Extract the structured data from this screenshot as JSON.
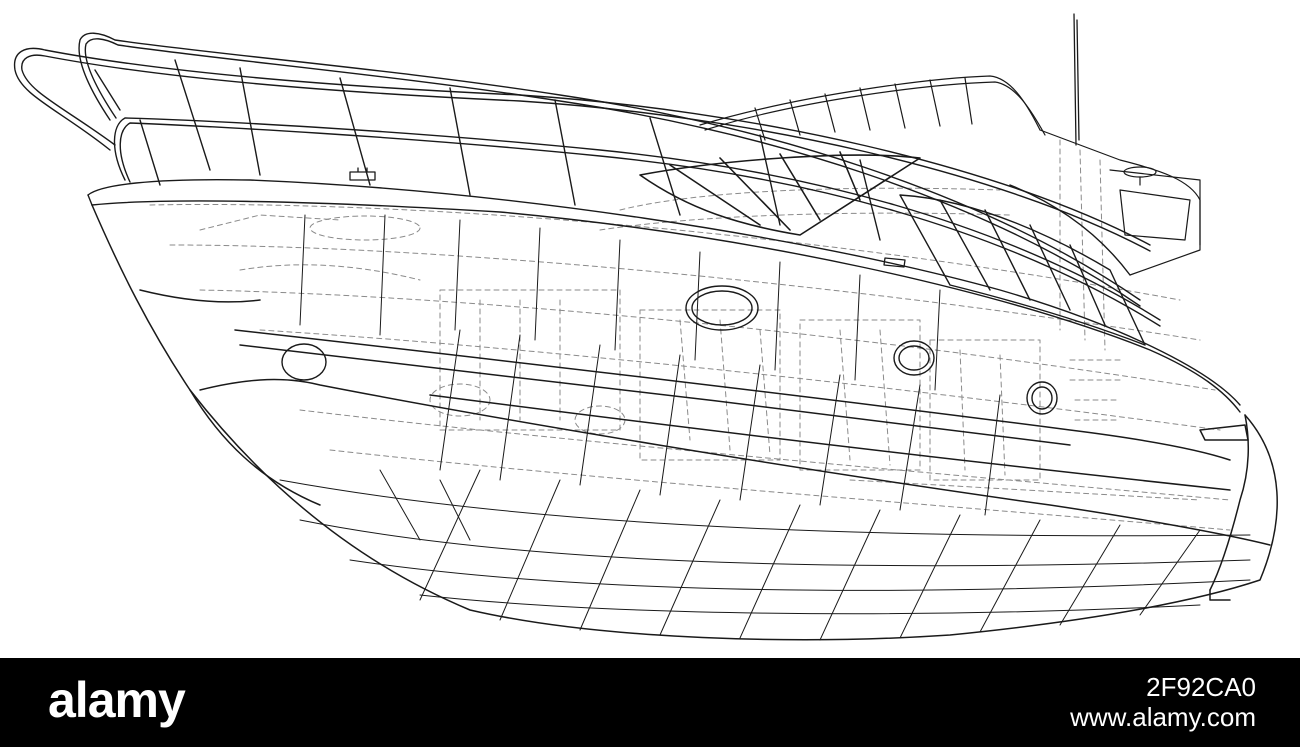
{
  "footer": {
    "logo_text": "alamy",
    "image_id": "2F92CA0",
    "site": "www.alamy.com"
  },
  "colors": {
    "line": "#1a1a1a",
    "dashed_line": "#8a8a8a",
    "background": "#ffffff",
    "footer_bg": "#000000",
    "footer_text": "#ffffff"
  }
}
